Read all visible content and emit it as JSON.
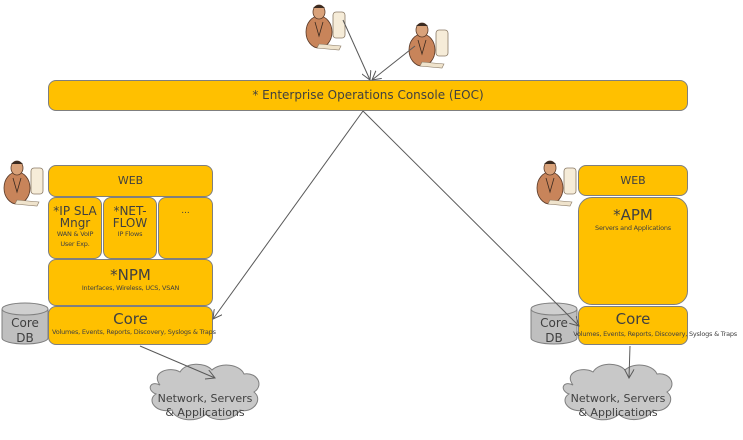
{
  "eoc": {
    "label": "* Enterprise Operations Console (EOC)"
  },
  "left_stack": {
    "web": "WEB",
    "modules": [
      {
        "title_1": "*IP SLA",
        "title_2": "Mngr",
        "sub_1": "WAN & VoIP",
        "sub_2": "User Exp."
      },
      {
        "title_1": "*NET-",
        "title_2": "FLOW",
        "sub_1": "IP Flows",
        "sub_2": ""
      },
      {
        "title_1": "...",
        "title_2": "",
        "sub_1": "",
        "sub_2": ""
      }
    ],
    "npm": {
      "title": "*NPM",
      "sub": "Interfaces, Wireless, UCS, VSAN"
    },
    "core": {
      "title": "Core",
      "sub": "Volumes, Events, Reports, Discovery, Syslogs & Traps"
    },
    "db": {
      "line_1": "Core",
      "line_2": "DB"
    },
    "cloud": {
      "line_1": "Network, Servers",
      "line_2": "& Applications"
    }
  },
  "right_stack": {
    "web": "WEB",
    "apm": {
      "title": "*APM",
      "sub": "Servers and Applications"
    },
    "core": {
      "title": "Core",
      "sub": "Volumes, Events, Reports, Discovery, Syslogs & Traps"
    },
    "db": {
      "line_1": "Core",
      "line_2": "DB"
    },
    "cloud": {
      "line_1": "Network, Servers",
      "line_2": "& Applications"
    }
  },
  "icons": [
    "user-at-computer-icon",
    "database-icon",
    "cloud-icon"
  ],
  "colors": {
    "box_fill": "#ffc000",
    "box_border": "#7f7f7f",
    "db_fill": "#bfbfbf",
    "cloud_fill": "#c8c8c8",
    "text": "#404040",
    "line": "#595959"
  }
}
